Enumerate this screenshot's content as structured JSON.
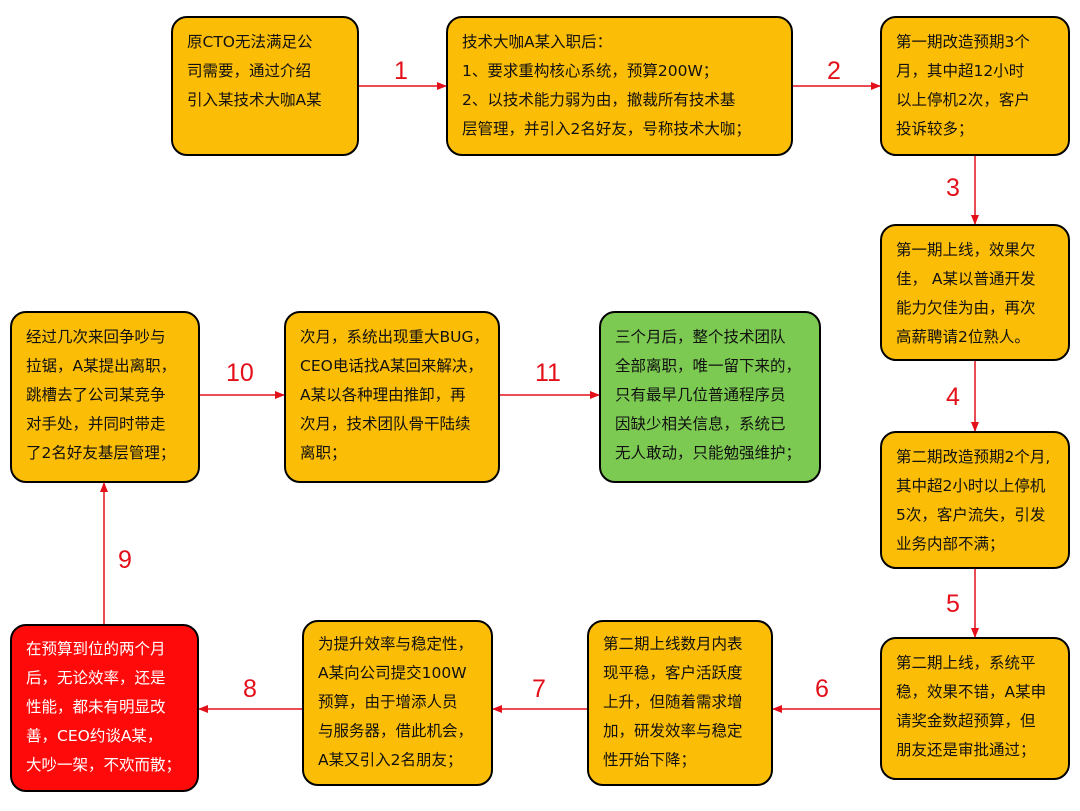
{
  "nodes": [
    {
      "id": "n1",
      "lines": [
        "原CTO无法满足公",
        "司需要，通过介绍",
        "引入某技术大咖A某"
      ]
    },
    {
      "id": "n2",
      "lines": [
        "技术大咖A某入职后：",
        "1、要求重构核心系统，预算200W；",
        "2、以技术能力弱为由，撤裁所有技术基",
        "层管理，并引入2名好友，号称技术大咖；"
      ]
    },
    {
      "id": "n3",
      "lines": [
        "第一期改造预期3个",
        "月，其中超12小时",
        "以上停机2次，客户",
        "投诉较多；"
      ]
    },
    {
      "id": "n4",
      "lines": [
        "第一期上线，效果欠",
        "佳， A某以普通开发",
        "能力欠佳为由，再次",
        "高薪聘请2位熟人。"
      ]
    },
    {
      "id": "n5",
      "lines": [
        "第二期改造预期2个月,",
        "其中超2小时以上停机",
        "5次，客户流失，引发",
        "业务内部不满；"
      ]
    },
    {
      "id": "n6",
      "lines": [
        "第二期上线，系统平",
        "稳，效果不错，A某申",
        "请奖金数超预算，但",
        "朋友还是审批通过；"
      ]
    },
    {
      "id": "n7",
      "lines": [
        "第二期上线数月内表",
        "现平稳，客户活跃度",
        "上升，但随着需求增",
        "加，研发效率与稳定",
        "性开始下降；"
      ]
    },
    {
      "id": "n8",
      "lines": [
        "为提升效率与稳定性，",
        "A某向公司提交100W",
        "预算，由于增添人员",
        "与服务器，借此机会，",
        "A某又引入2名朋友；"
      ]
    },
    {
      "id": "n9",
      "lines": [
        "在预算到位的两个月",
        "后，无论效率，还是",
        "性能，都未有明显改",
        "善，CEO约谈A某，",
        "大吵一架，不欢而散；"
      ]
    },
    {
      "id": "n10",
      "lines": [
        "经过几次来回争吵与",
        "拉锯，A某提出离职，",
        "跳槽去了公司某竞争",
        "对手处，并同时带走",
        "了2名好友基层管理；"
      ]
    },
    {
      "id": "n11",
      "lines": [
        "次月，系统出现重大BUG，",
        "CEO电话找A某回来解决，",
        "A某以各种理由推卸，再",
        "次月，技术团队骨干陆续",
        "离职；"
      ]
    },
    {
      "id": "n12",
      "lines": [
        "三个月后，整个技术团队",
        "全部离职，唯一留下来的，",
        "只有最早几位普通程序员",
        "因缺少相关信息，系统已",
        "无人敢动，只能勉强维护；"
      ]
    }
  ],
  "edges": [
    {
      "label": "1"
    },
    {
      "label": "2"
    },
    {
      "label": "3"
    },
    {
      "label": "4"
    },
    {
      "label": "5"
    },
    {
      "label": "6"
    },
    {
      "label": "7"
    },
    {
      "label": "8"
    },
    {
      "label": "9"
    },
    {
      "label": "10"
    },
    {
      "label": "11"
    }
  ],
  "colors": {
    "orange": "#fcbd07",
    "green": "#7cca52",
    "red": "#ff0a0a",
    "arrow": "#e3101a"
  }
}
